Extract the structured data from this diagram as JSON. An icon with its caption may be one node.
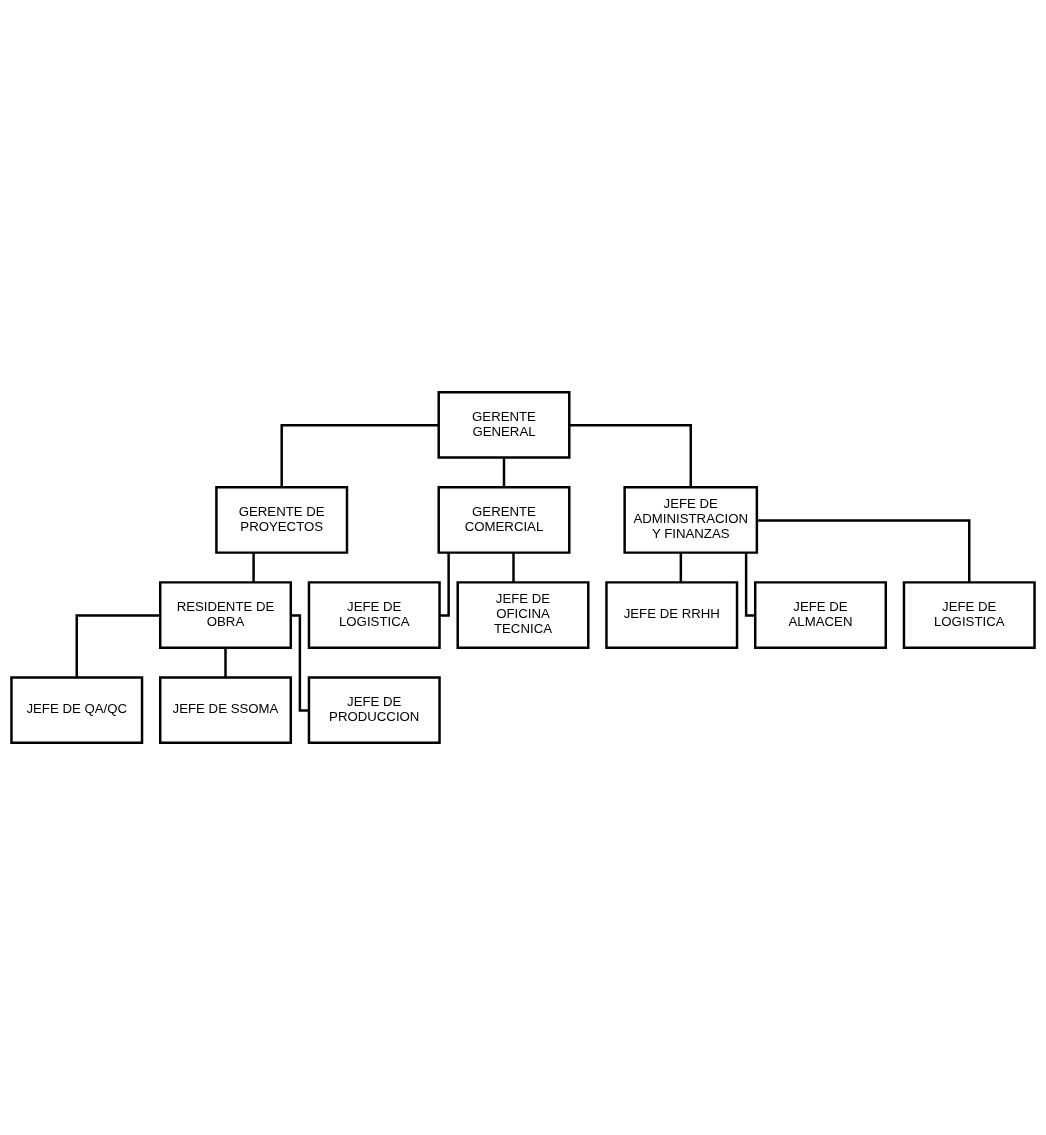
{
  "diagram": {
    "nodes": [
      {
        "text": [
          "GERENTE GENERAL"
        ]
      },
      {
        "text": [
          "GERENTE DE PROYECTOS"
        ]
      },
      {
        "text": [
          "GERENTE COMERCIAL"
        ]
      },
      {
        "text": [
          "JEFE DE ADMINISTRACION Y FINANZAS"
        ]
      },
      {
        "text": [
          "RESIDENTE DE OBRA"
        ]
      },
      {
        "text": [
          "JEFE DE LOGISTICA"
        ]
      },
      {
        "text": [
          "JEFE DE RRHH"
        ]
      },
      {
        "text": [
          "JEFE DE QA/QC"
        ]
      },
      {
        "text": [
          "JEFE DE OFICINA TECNICA"
        ]
      },
      {
        "text": [
          "JEFE DE ALMACEN"
        ]
      },
      {
        "text": [
          "JEFE DE SSOMA"
        ]
      },
      {
        "text": [
          "JEFE DE LOGISTICA"
        ]
      },
      {
        "text": [
          "JEFE DE PRODUCCION"
        ]
      }
    ],
    "edges": [
      {
        "from": 0,
        "to": 1,
        "arrow": "none"
      },
      {
        "from": 0,
        "to": 2,
        "arrow": "none"
      },
      {
        "from": 0,
        "to": 3,
        "arrow": "none"
      },
      {
        "from": 1,
        "to": 4,
        "arrow": "none"
      },
      {
        "from": 4,
        "to": 7,
        "arrow": "none"
      },
      {
        "from": 4,
        "to": 10,
        "arrow": "none"
      },
      {
        "from": 4,
        "to": 12,
        "arrow": "none"
      },
      {
        "from": 2,
        "to": 5,
        "arrow": "none"
      },
      {
        "from": 2,
        "to": 8,
        "arrow": "none"
      },
      {
        "from": 3,
        "to": 6,
        "arrow": "none"
      },
      {
        "from": 3,
        "to": 9,
        "arrow": "none"
      },
      {
        "from": 3,
        "to": 11,
        "arrow": "none"
      }
    ]
  }
}
